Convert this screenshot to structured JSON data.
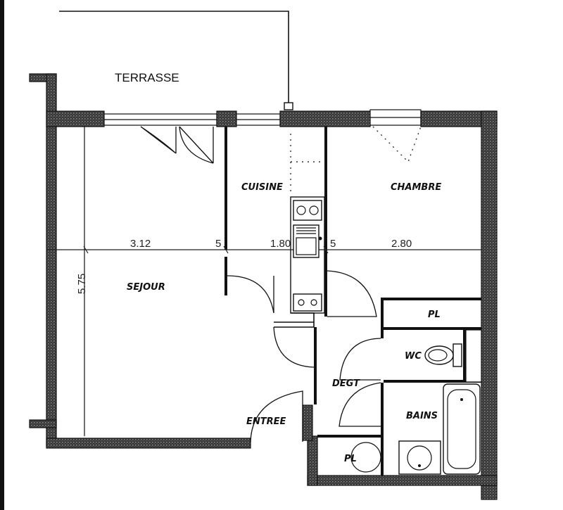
{
  "plan": {
    "outdoor_label": "TERRASSE",
    "rooms": {
      "cuisine": "CUISINE",
      "chambre": "CHAMBRE",
      "sejour": "SEJOUR",
      "pl_top": "PL",
      "wc": "WC",
      "degt": "DEGT",
      "bains": "BAINS",
      "entree": "ENTREE",
      "pl_bottom": "PL"
    },
    "dimensions": {
      "sejour_width": "3.12",
      "sep_left": "5",
      "cuisine_width": "1.80",
      "sep_right": "5",
      "chambre_width": "2.80",
      "depth": "5.75"
    }
  },
  "colors": {
    "wall": "#4a4a4a",
    "line": "#111111",
    "background": "#ffffff"
  }
}
